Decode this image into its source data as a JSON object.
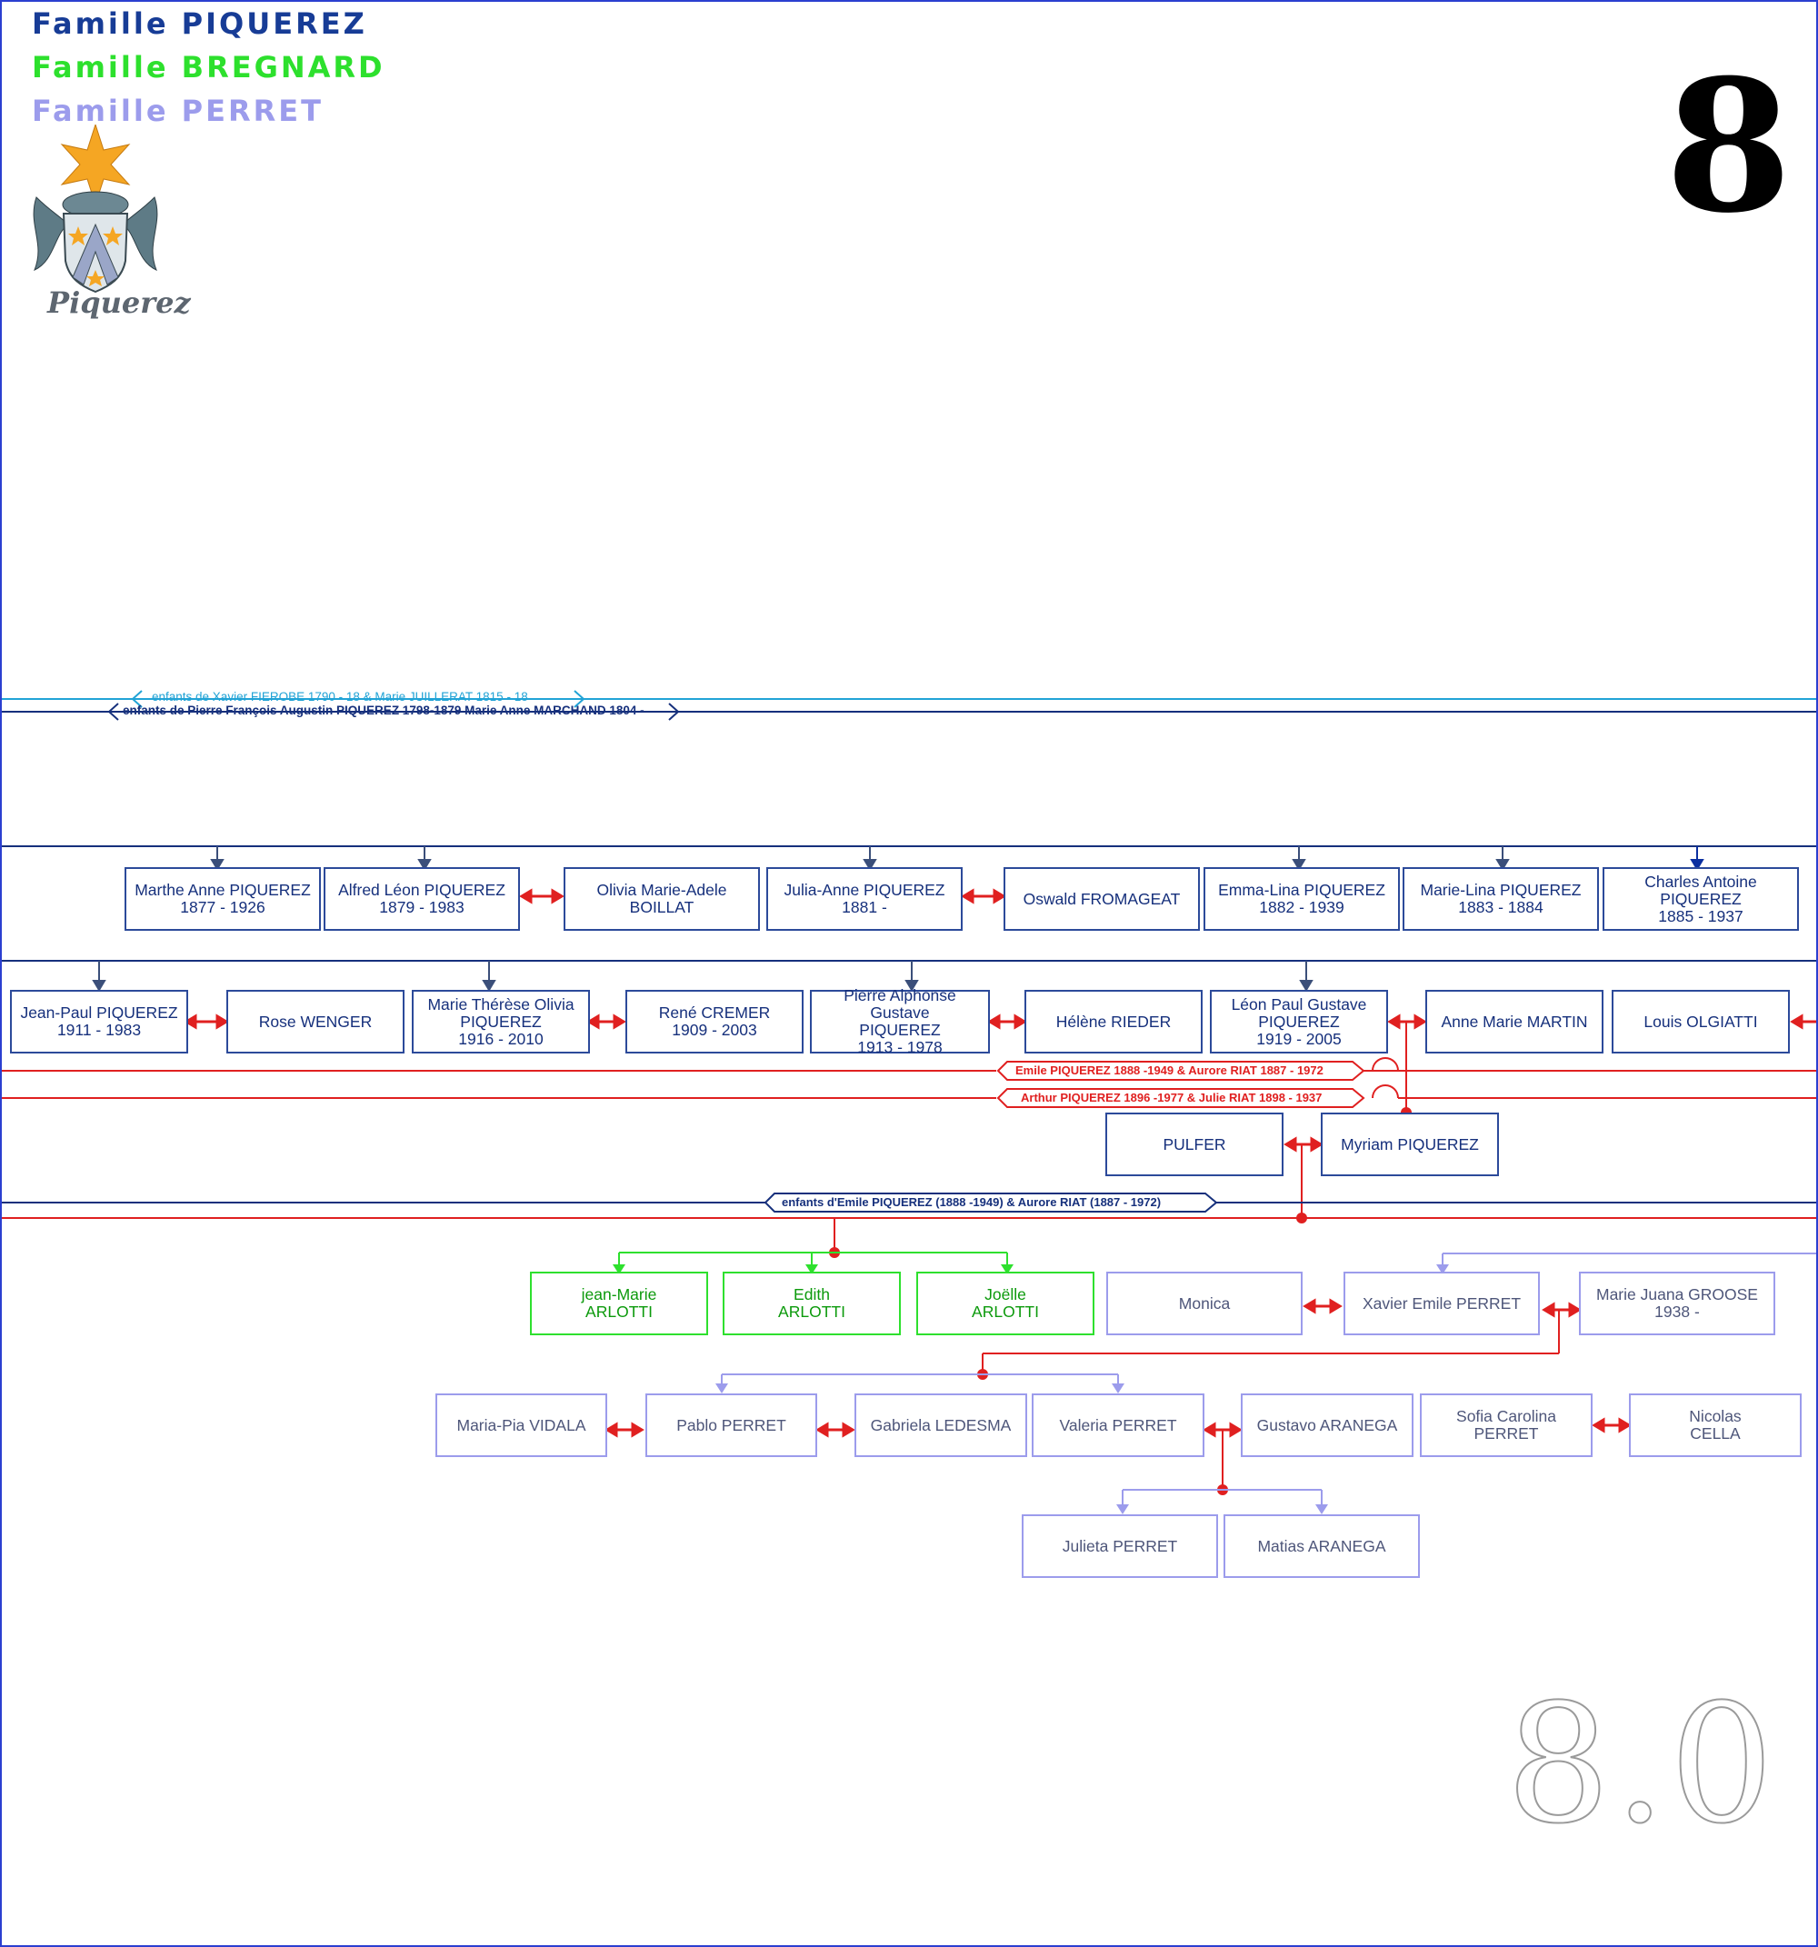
{
  "families": [
    {
      "label": "Famille PIQUEREZ",
      "color": "#173c96"
    },
    {
      "label": "Famille BREGNARD",
      "color": "#2de02d"
    },
    {
      "label": "Famille PERRET",
      "color": "#9c9cec"
    }
  ],
  "crest": {
    "text": "Piquerez",
    "icon": "coat-of-arms-icon"
  },
  "page_number": "8",
  "page_version": "8.0",
  "colors": {
    "piquerez": "#16307c",
    "bregnard_border": "#2ee02e",
    "perret_border": "#9c9cec",
    "marriage_line": "#e02020",
    "fierobe_line": "#21a3d6"
  },
  "labels": {
    "fierobe": "enfants de Xavier FIEROBE 1790 - 18  &   Marie JUILLERAT 1815 - 18",
    "pierre": "enfants de Pierre François Augustin PIQUEREZ 1798-1879 Marie Anne MARCHAND 1804 -",
    "emile_couple": "Emile PIQUEREZ 1888 -1949 & Aurore RIAT 1887 - 1972",
    "arthur_couple": "Arthur PIQUEREZ 1896 -1977 & Julie RIAT 1898 - 1937",
    "emile_children": "enfants d'Emile PIQUEREZ (1888 -1949) & Aurore RIAT (1887 - 1972)"
  },
  "people": {
    "row1": [
      {
        "name": "Marthe Anne PIQUEREZ\n1877 - 1926"
      },
      {
        "name": "Alfred Léon PIQUEREZ\n1879 - 1983"
      },
      {
        "name": "Olivia Marie-Adele\nBOILLAT"
      },
      {
        "name": "Julia-Anne PIQUEREZ\n1881 -"
      },
      {
        "name": "Oswald FROMAGEAT"
      },
      {
        "name": "Emma-Lina PIQUEREZ\n1882 - 1939"
      },
      {
        "name": "Marie-Lina PIQUEREZ\n1883 - 1884"
      },
      {
        "name": "Charles Antoine\nPIQUEREZ\n1885 - 1937"
      }
    ],
    "row2": [
      {
        "name": "Jean-Paul PIQUEREZ\n1911 - 1983"
      },
      {
        "name": "Rose WENGER"
      },
      {
        "name": "Marie Thérèse Olivia\nPIQUEREZ\n1916 - 2010"
      },
      {
        "name": "René CREMER\n1909 - 2003"
      },
      {
        "name": "Pierre Alphonse Gustave\nPIQUEREZ\n1913 - 1978"
      },
      {
        "name": "Hélène RIEDER"
      },
      {
        "name": "Léon Paul Gustave\nPIQUEREZ\n1919 - 2005"
      },
      {
        "name": "Anne Marie MARTIN"
      },
      {
        "name": "Louis OLGIATTI"
      }
    ],
    "row3": [
      {
        "name": "PULFER"
      },
      {
        "name": "Myriam PIQUEREZ"
      }
    ],
    "row4": [
      {
        "name": "jean-Marie\nARLOTTI"
      },
      {
        "name": "Edith\nARLOTTI"
      },
      {
        "name": "Joëlle\nARLOTTI"
      },
      {
        "name": "Monica"
      },
      {
        "name": "Xavier Emile PERRET"
      },
      {
        "name": "Marie Juana GROOSE\n1938 -"
      }
    ],
    "row5": [
      {
        "name": "Maria-Pia VIDALA"
      },
      {
        "name": "Pablo PERRET"
      },
      {
        "name": "Gabriela LEDESMA"
      },
      {
        "name": "Valeria PERRET"
      },
      {
        "name": "Gustavo ARANEGA"
      },
      {
        "name": "Sofia Carolina\nPERRET"
      },
      {
        "name": "Nicolas\nCELLA"
      }
    ],
    "row6": [
      {
        "name": "Julieta PERRET"
      },
      {
        "name": "Matias ARANEGA"
      }
    ]
  }
}
